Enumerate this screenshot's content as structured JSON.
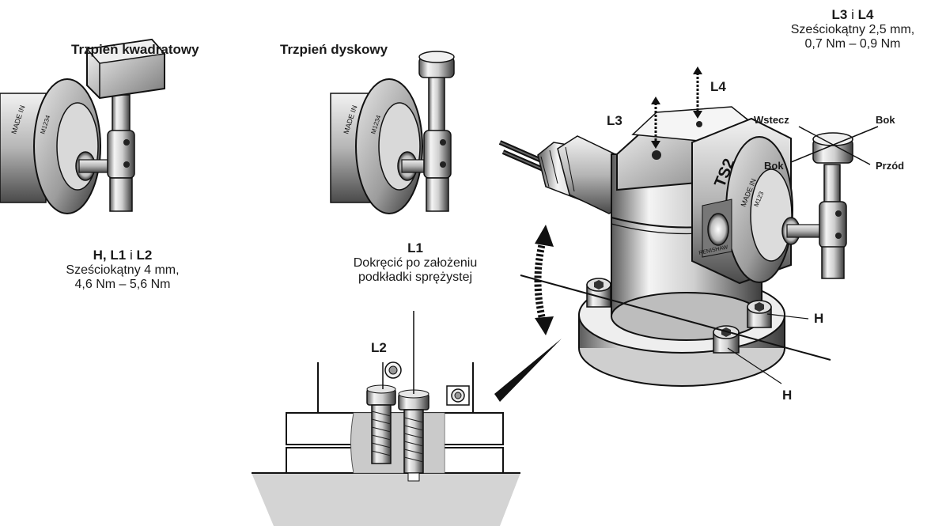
{
  "square_stylus": {
    "title": "Trzpień kwadratowy",
    "body_text": "MADE IN",
    "body_code": "M1234"
  },
  "disc_stylus": {
    "title": "Trzpień dyskowy",
    "body_text": "MADE IN",
    "body_code": "M1234"
  },
  "probe": {
    "model": "TS2",
    "made_in": "MADE IN",
    "code": "M123",
    "brand": "RENISHAW"
  },
  "screws_h_l1_l2": {
    "label_h": "H,",
    "label_l1": "L1",
    "conj": "i",
    "label_l2": "L2",
    "spec_line1": "Sześciokątny 4 mm,",
    "spec_line2": "4,6 Nm – 5,6 Nm"
  },
  "screws_l3_l4": {
    "label_l3": "L3",
    "conj": "i",
    "label_l4": "L4",
    "spec_line1": "Sześciokątny 2,5 mm,",
    "spec_line2": "0,7 Nm – 0,9 Nm"
  },
  "l1_note": {
    "label": "L1",
    "line1": "Dokręcić po założeniu",
    "line2": "podkładki sprężystej"
  },
  "callouts": {
    "l2": "L2",
    "l3": "L3",
    "l4": "L4",
    "h_right": "H",
    "h_bottom": "H"
  },
  "directions": {
    "back": "Wstecz",
    "side_right": "Bok",
    "side_left": "Bok",
    "front": "Przód"
  }
}
